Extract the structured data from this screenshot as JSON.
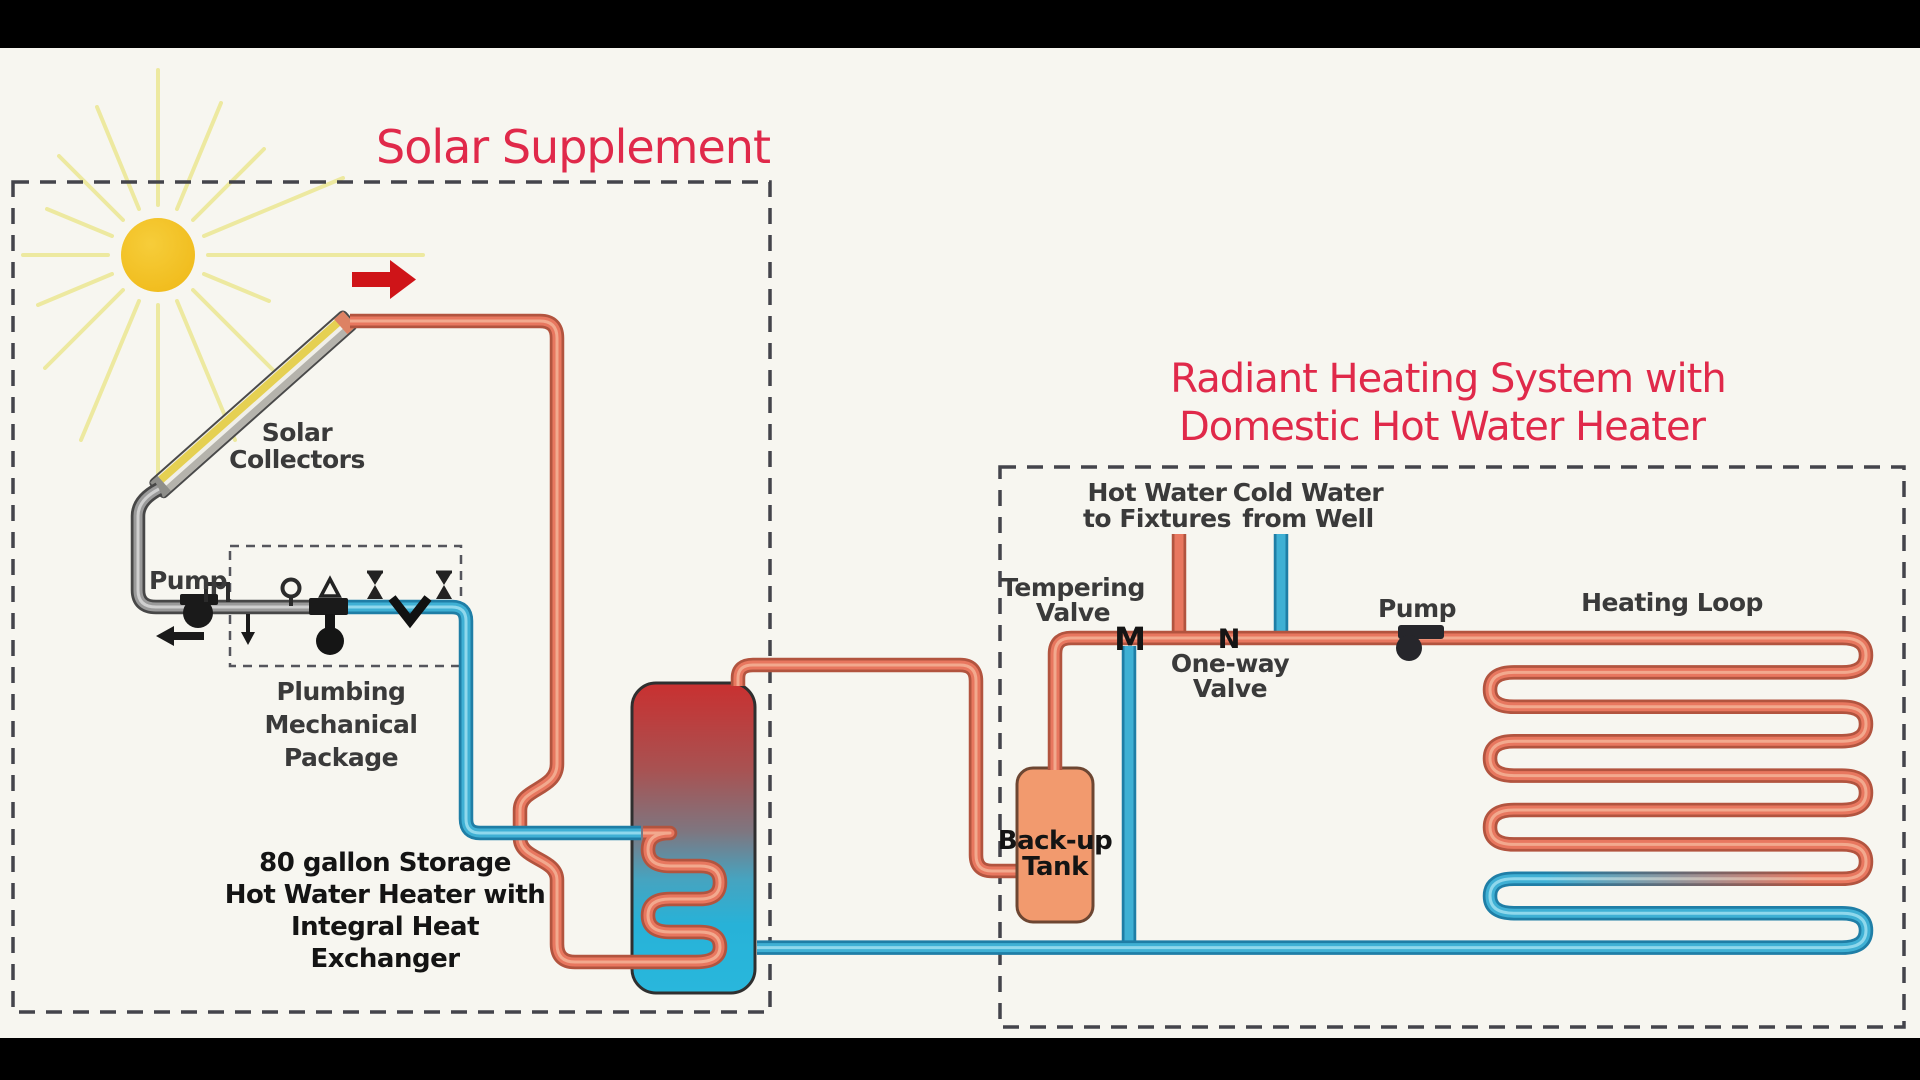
{
  "titles": {
    "solar": "Solar Supplement",
    "radiant_line1": "Radiant Heating System with",
    "radiant_line2": "Domestic Hot Water Heater",
    "title_color": "#e0294a"
  },
  "solar_section": {
    "collectors_label": [
      "Solar",
      "Collectors"
    ],
    "pump_label": "Pump",
    "package_label": [
      "Plumbing",
      "Mechanical",
      "Package"
    ],
    "storage_label": [
      "80 gallon Storage",
      "Hot Water Heater with",
      "Integral Heat",
      "Exchanger"
    ]
  },
  "radiant_section": {
    "hot_water_label": [
      "Hot Water",
      "to Fixtures"
    ],
    "cold_water_label": [
      "Cold Water",
      "from Well"
    ],
    "tempering_valve_label": [
      "Tempering",
      "Valve"
    ],
    "tempering_valve_symbol": "M",
    "one_way_valve_label": [
      "One-way",
      "Valve"
    ],
    "one_way_valve_symbol": "N",
    "pump_label": "Pump",
    "heating_loop_label": "Heating Loop",
    "backup_tank_label": [
      "Back-up",
      "Tank"
    ]
  },
  "colors": {
    "hot_pipe": "#e8775f",
    "cold_pipe": "#3fb0d4",
    "collector_loop_pipe": "#9a9a9a",
    "sun": "#f3c318",
    "sun_rays": "#ece793",
    "tank_gradient_top": "#c93030",
    "tank_gradient_bottom": "#29b7dc",
    "backup_tank": "#f29a6e",
    "flow_arrow": "#cf1418",
    "label_text": "#3a3a3a",
    "canvas_bg": "#f7f6f0"
  }
}
